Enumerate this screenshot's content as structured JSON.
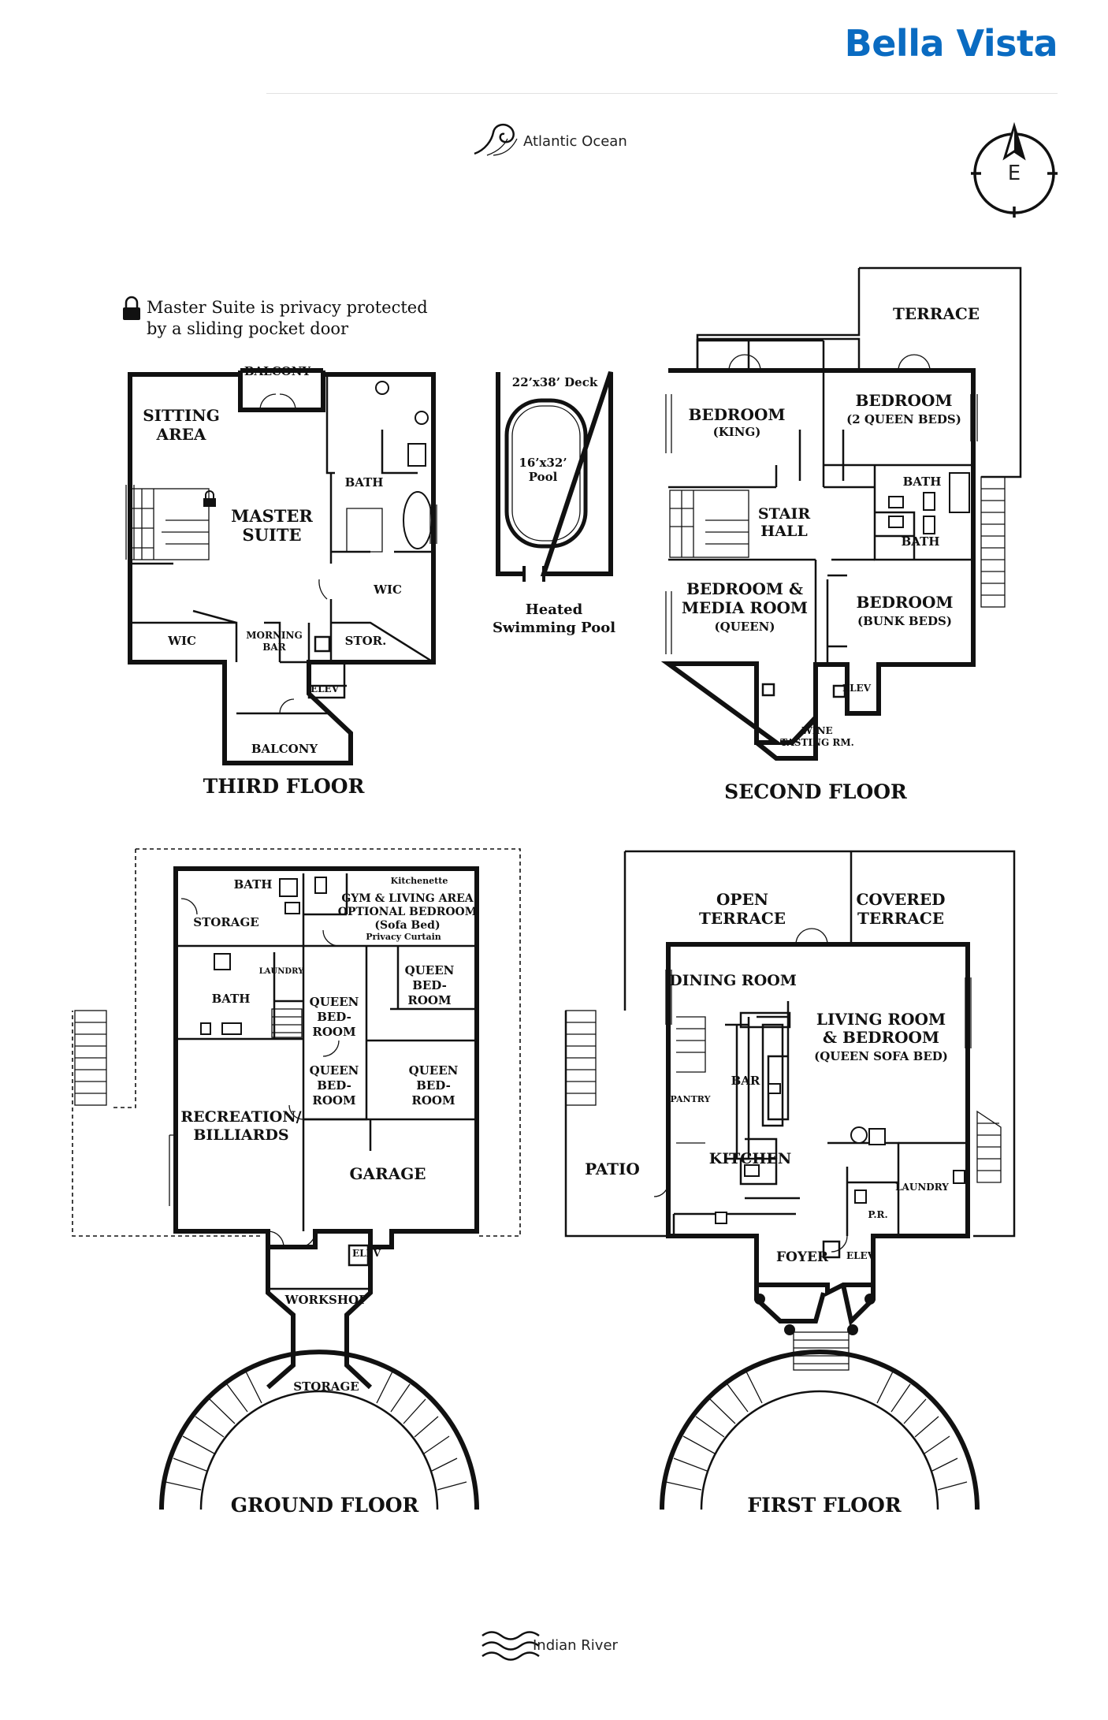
{
  "brand": "Bella Vista",
  "compass": {
    "heading": "E",
    "icon": "compass-icon"
  },
  "top_landmark": {
    "label": "Atlantic Ocean",
    "icon": "wave-swirl-icon"
  },
  "bottom_landmark": {
    "label": "Indian River",
    "icon": "water-waves-icon"
  },
  "privacy_note": {
    "line1": "Master Suite is privacy protected",
    "line2": "by a sliding pocket door",
    "icon": "lock-icon"
  },
  "pool": {
    "deck": "22’x38’ Deck",
    "size1": "16’x32’",
    "size2": "Pool",
    "caption1": "Heated",
    "caption2": "Swimming Pool"
  },
  "third_floor": {
    "title": "THIRD FLOOR",
    "rooms": {
      "balcony_top": "BALCONY",
      "sitting1": "SITTING",
      "sitting2": "AREA",
      "master1": "MASTER",
      "master2": "SUITE",
      "bath": "BATH",
      "wic_right": "WIC",
      "wic_left": "WIC",
      "morning1": "MORNING",
      "morning2": "BAR",
      "stor": "STOR.",
      "elev": "ELEV",
      "balcony_bottom": "BALCONY"
    }
  },
  "second_floor": {
    "title": "SECOND FLOOR",
    "rooms": {
      "terrace": "TERRACE",
      "bed_king1": "BEDROOM",
      "bed_king2": "(KING)",
      "bed_queens1": "BEDROOM",
      "bed_queens2": "(2 QUEEN BEDS)",
      "bath1": "BATH",
      "bath2": "BATH",
      "stair1": "STAIR",
      "stair2": "HALL",
      "media1": "BEDROOM &",
      "media2": "MEDIA ROOM",
      "media3": "(QUEEN)",
      "bunk1": "BEDROOM",
      "bunk2": "(BUNK BEDS)",
      "elev": "ELEV",
      "wine1": "WINE",
      "wine2": "TASTING RM."
    }
  },
  "ground_floor": {
    "title": "GROUND FLOOR",
    "rooms": {
      "bath_top": "BATH",
      "kitchenette": "Kitchenette",
      "gym1": "GYM & LIVING AREA",
      "gym2": "OPTIONAL BEDROOM",
      "gym3": "(Sofa Bed)",
      "storage_top": "STORAGE",
      "privacy_curtain": "Privacy Curtain",
      "laundry": "LAUNDRY",
      "bath_mid": "BATH",
      "queen": "QUEEN",
      "bed": "BED-",
      "room": "ROOM",
      "rec1": "RECREATION/",
      "rec2": "BILLIARDS",
      "garage": "GARAGE",
      "elev": "ELEV",
      "workshop": "WORKSHOP",
      "storage_bottom": "STORAGE"
    }
  },
  "first_floor": {
    "title": "FIRST FLOOR",
    "rooms": {
      "open1": "OPEN",
      "open2": "TERRACE",
      "covered1": "COVERED",
      "covered2": "TERRACE",
      "dining": "DINING ROOM",
      "living1": "LIVING ROOM",
      "living2": "& BEDROOM",
      "living3": "(QUEEN SOFA BED)",
      "bar": "BAR",
      "pantry": "PANTRY",
      "kitchen": "KITCHEN",
      "patio": "PATIO",
      "laundry": "LAUNDRY",
      "pr": "P.R.",
      "foyer": "FOYER",
      "elev": "ELEV"
    }
  }
}
